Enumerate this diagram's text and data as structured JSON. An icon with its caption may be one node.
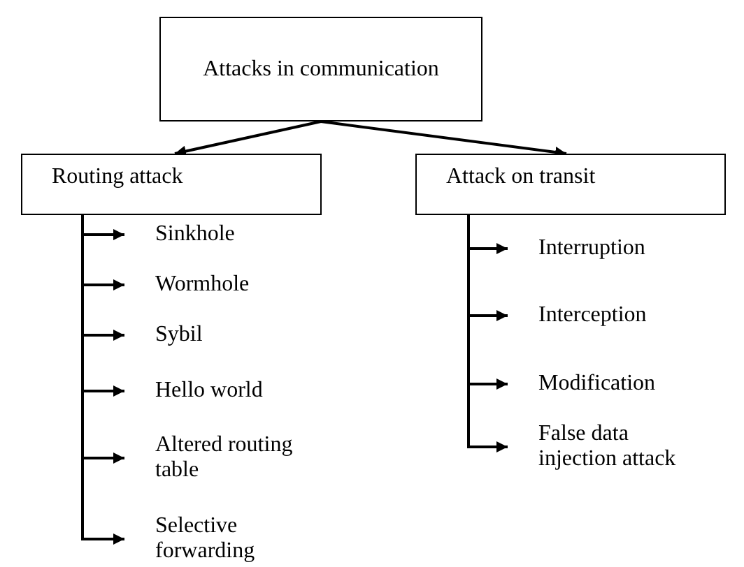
{
  "diagram": {
    "nodes": [
      {
        "text": [
          "Attacks in communication"
        ]
      },
      {
        "text": [
          "Routing attack"
        ]
      },
      {
        "text": [
          "Sinkhole"
        ]
      },
      {
        "text": [
          "Wormhole"
        ]
      },
      {
        "text": [
          "Sybil"
        ]
      },
      {
        "text": [
          "Hello world"
        ]
      },
      {
        "text": [
          "Altered routing table"
        ]
      },
      {
        "text": [
          "Selective forwarding"
        ]
      },
      {
        "text": [
          "Attack on transit"
        ]
      },
      {
        "text": [
          "Interruption"
        ]
      },
      {
        "text": [
          "Interception"
        ]
      },
      {
        "text": [
          "Modification"
        ]
      },
      {
        "text": [
          "False data injection attack"
        ]
      }
    ],
    "edges": [
      {
        "from": 0,
        "to": 1,
        "arrow": "to"
      },
      {
        "from": 0,
        "to": 8,
        "arrow": "to"
      },
      {
        "from": 1,
        "to": 2,
        "arrow": "to"
      },
      {
        "from": 1,
        "to": 3,
        "arrow": "to"
      },
      {
        "from": 1,
        "to": 4,
        "arrow": "to"
      },
      {
        "from": 1,
        "to": 5,
        "arrow": "to"
      },
      {
        "from": 1,
        "to": 6,
        "arrow": "to"
      },
      {
        "from": 1,
        "to": 7,
        "arrow": "to"
      },
      {
        "from": 8,
        "to": 9,
        "arrow": "to"
      },
      {
        "from": 8,
        "to": 10,
        "arrow": "to"
      },
      {
        "from": 8,
        "to": 11,
        "arrow": "to"
      },
      {
        "from": 8,
        "to": 12,
        "arrow": "to"
      }
    ]
  }
}
